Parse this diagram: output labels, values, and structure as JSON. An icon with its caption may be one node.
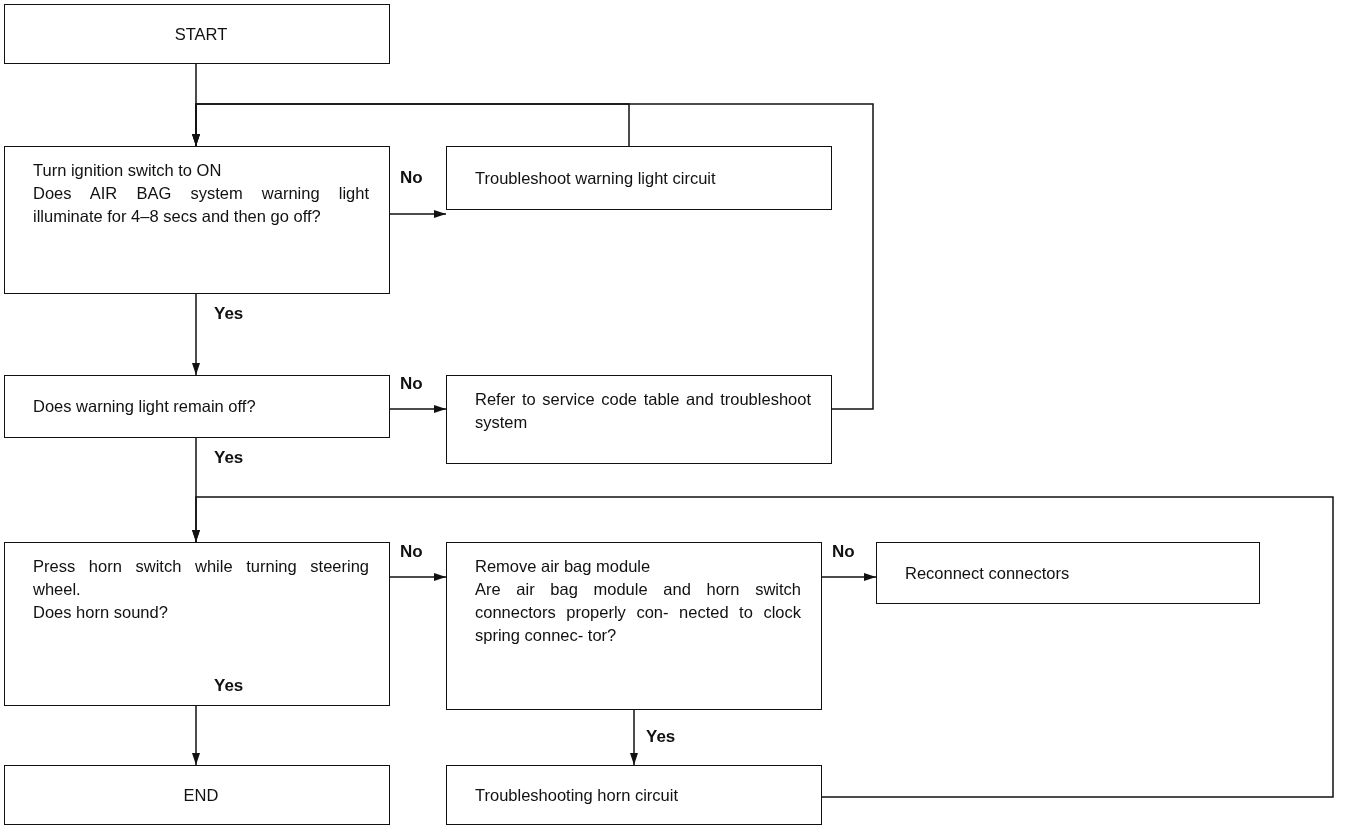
{
  "diagram": {
    "nodes": [
      {
        "text": [
          "START"
        ]
      },
      {
        "text": [
          "Turn ignition switch to ON",
          "Does AIR BAG system warning light illuminate for 4–8 secs and then go off?"
        ]
      },
      {
        "text": [
          "Troubleshoot warning light circuit"
        ]
      },
      {
        "text": [
          "Does warning light remain off?"
        ]
      },
      {
        "text": [
          "Refer to service code table and troubleshoot system"
        ]
      },
      {
        "text": [
          "Press horn switch while turning steering wheel.",
          "Does horn sound?"
        ]
      },
      {
        "text": [
          "Remove air bag module",
          "Are air bag module and horn switch connectors properly con- nected to clock spring connec- tor?"
        ]
      },
      {
        "text": [
          "Reconnect connectors"
        ]
      },
      {
        "text": [
          "END"
        ]
      },
      {
        "text": [
          "Troubleshooting horn circuit"
        ]
      }
    ],
    "edges": [
      {
        "from": 0,
        "to": 1,
        "arrow": "to"
      },
      {
        "from": 1,
        "to": 2,
        "arrow": "to",
        "label": "No"
      },
      {
        "from": 1,
        "to": 3,
        "arrow": "to",
        "label": "Yes"
      },
      {
        "from": 3,
        "to": 4,
        "arrow": "to",
        "label": "No"
      },
      {
        "from": 2,
        "to": 1,
        "arrow": "to"
      },
      {
        "from": 4,
        "to": 1,
        "arrow": "to"
      },
      {
        "from": 3,
        "to": 5,
        "arrow": "to",
        "label": "Yes"
      },
      {
        "from": 5,
        "to": 6,
        "arrow": "to",
        "label": "No"
      },
      {
        "from": 6,
        "to": 7,
        "arrow": "to",
        "label": "No"
      },
      {
        "from": 5,
        "to": 8,
        "arrow": "to",
        "label": "Yes"
      },
      {
        "from": 6,
        "to": 9,
        "arrow": "to",
        "label": "Yes"
      },
      {
        "from": 9,
        "to": 5,
        "arrow": "to"
      }
    ]
  }
}
